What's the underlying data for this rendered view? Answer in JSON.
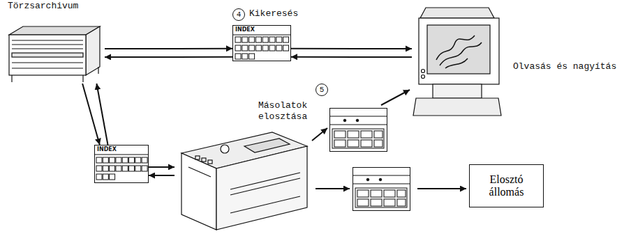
{
  "diagram": {
    "nodes": [
      {
        "text": [
          "Törzsarchivum"
        ]
      },
      {
        "text": [
          "INDEX"
        ]
      },
      {
        "text": [
          "Olvasás és nagyítás"
        ]
      },
      {
        "text": [
          "INDEX"
        ]
      },
      {
        "text": [
          "Másolatok elosztása"
        ]
      },
      {
        "text": [
          "Elosztó állomás"
        ]
      }
    ],
    "edges": [
      {
        "from": 0,
        "to": 1,
        "arrow": "to"
      },
      {
        "from": 1,
        "to": 2,
        "arrow": "to"
      },
      {
        "from": 2,
        "to": 1,
        "arrow": "to"
      },
      {
        "from": 1,
        "to": 0,
        "arrow": "to"
      },
      {
        "from": 0,
        "to": 3,
        "arrow": "to"
      },
      {
        "from": 3,
        "to": 0,
        "arrow": "to"
      },
      {
        "from": 3,
        "to": 4,
        "arrow": "to"
      },
      {
        "from": 4,
        "to": 3,
        "arrow": "to"
      }
    ],
    "labels": [
      "4",
      "Kikeresés",
      "5"
    ]
  }
}
